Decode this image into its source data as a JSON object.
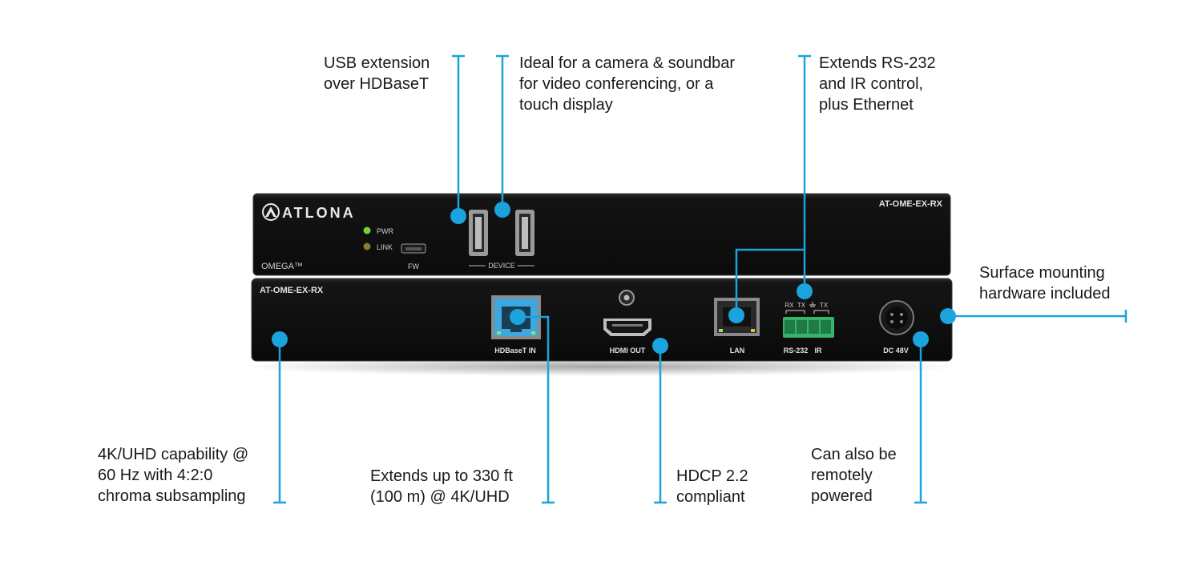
{
  "accent_color": "#1aa3dc",
  "device": {
    "brand": "ATLONA",
    "top_unit": {
      "model": "AT-OME-EX-RX",
      "series": "OMEGA™",
      "led_pwr": "PWR",
      "led_link": "LINK",
      "fw_label": "FW",
      "device_label": "DEVICE"
    },
    "bottom_unit": {
      "model": "AT-OME-EX-RX",
      "hdbaset_label": "HDBaseT IN",
      "hdmi_label": "HDMI OUT",
      "lan_label": "LAN",
      "rs232_label": "RS-232",
      "ir_label": "IR",
      "rx_label": "RX",
      "tx_label": "TX",
      "tx2_label": "TX",
      "dc_label": "DC 48V"
    }
  },
  "callouts": {
    "usb": [
      "USB extension",
      "over HDBaseT"
    ],
    "ideal": [
      "Ideal for a camera & soundbar",
      "for video conferencing, or a",
      "touch display"
    ],
    "rs232": [
      "Extends RS-232",
      "and IR control,",
      "plus Ethernet"
    ],
    "surface": [
      "Surface mounting",
      "hardware included"
    ],
    "uhd": [
      "4K/UHD capability @",
      "60 Hz with 4:2:0",
      "chroma subsampling"
    ],
    "extends": [
      "Extends up to 330 ft",
      "(100 m) @ 4K/UHD"
    ],
    "hdcp": [
      "HDCP 2.2",
      "compliant"
    ],
    "powered": [
      "Can also be",
      "remotely",
      "powered"
    ]
  }
}
